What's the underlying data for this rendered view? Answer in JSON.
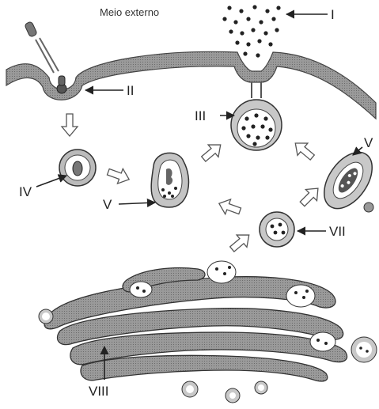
{
  "title": "Meio externo",
  "labels": {
    "i": "I",
    "ii": "II",
    "iii": "III",
    "iv": "IV",
    "v_left": "V",
    "v_right": "V",
    "vii": "VII",
    "viii": "VIII"
  }
}
